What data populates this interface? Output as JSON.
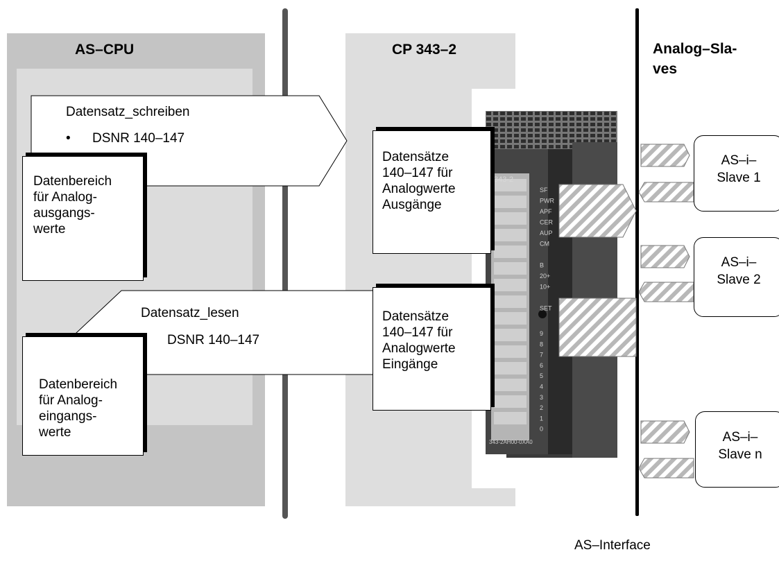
{
  "as_cpu": {
    "title": "AS–CPU",
    "output_area": [
      "Datenbereich",
      "für Analog-",
      "ausgangs-",
      "werte"
    ],
    "input_area": [
      "Datenbereich",
      "für Analog-",
      "eingangs-",
      "werte"
    ]
  },
  "cp": {
    "title": "CP 343–2",
    "outputs_box": [
      "Datensätze",
      "140–147 für",
      "Analogwerte",
      "Ausgänge"
    ],
    "inputs_box": [
      "Datensätze",
      "140–147 für",
      "Analogwerte",
      "Eingänge"
    ],
    "module": {
      "label": "343-2",
      "led_labels": [
        "SF",
        "PWR",
        "APF",
        "CER",
        "AUP",
        "CM",
        "",
        "B",
        "20+",
        "10+",
        "",
        "SET"
      ],
      "channel_labels": [
        "9",
        "8",
        "7",
        "6",
        "5",
        "4",
        "3",
        "2",
        "1",
        "0"
      ],
      "order_number": "343-2AH00-0XA0"
    }
  },
  "write_arrow": {
    "title": "Datensatz_schreiben",
    "item": "DSNR 140–147"
  },
  "read_arrow": {
    "title": "Datensatz_lesen",
    "item": "DSNR 140–147"
  },
  "slaves": {
    "title": [
      "Analog–Sla-",
      "ves"
    ],
    "items": [
      {
        "line1": "AS–i–",
        "line2": "Slave 1"
      },
      {
        "line1": "AS–i–",
        "line2": "Slave 2"
      },
      {
        "line1": "AS–i–",
        "line2": "Slave n"
      }
    ]
  },
  "bus_label": "AS–Interface"
}
